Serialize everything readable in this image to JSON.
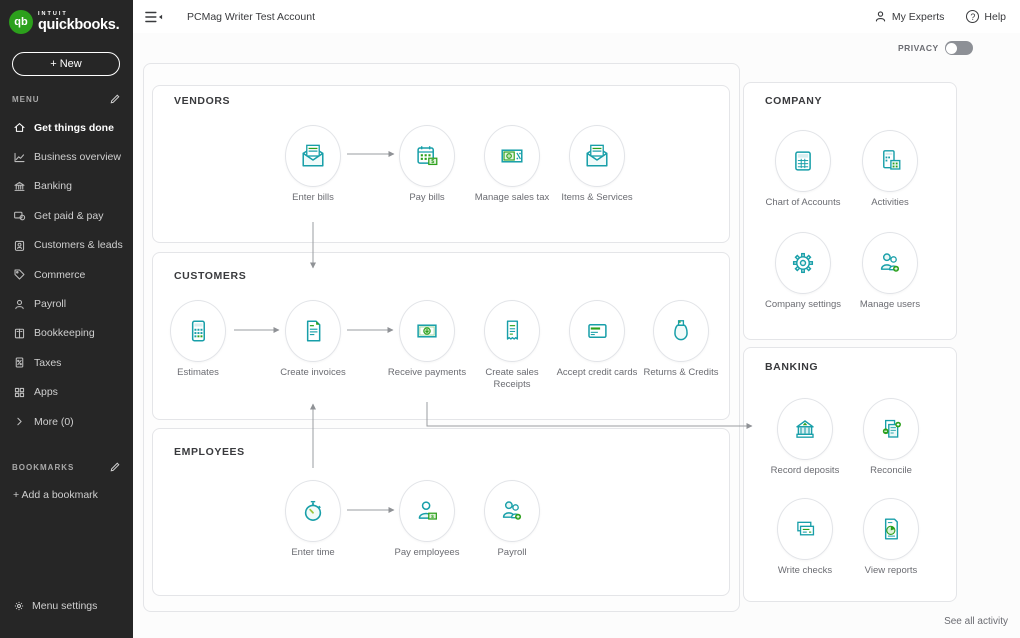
{
  "app": {
    "brand_top": "INTUIT",
    "brand": "quickbooks.",
    "new_button": "+ New"
  },
  "header": {
    "account_name": "PCMag Writer Test Account",
    "my_experts": "My Experts",
    "help": "Help",
    "privacy_label": "PRIVACY",
    "privacy_toggle_state": "off"
  },
  "sidebar": {
    "menu_label": "MENU",
    "items": [
      {
        "label": "Get things done",
        "icon": "home-icon",
        "active": true
      },
      {
        "label": "Business overview",
        "icon": "chart-icon",
        "active": false
      },
      {
        "label": "Banking",
        "icon": "bank-icon",
        "active": false
      },
      {
        "label": "Get paid & pay",
        "icon": "payments-icon",
        "active": false
      },
      {
        "label": "Customers & leads",
        "icon": "customers-icon",
        "active": false
      },
      {
        "label": "Commerce",
        "icon": "commerce-tag-icon",
        "active": false
      },
      {
        "label": "Payroll",
        "icon": "person-icon",
        "active": false
      },
      {
        "label": "Bookkeeping",
        "icon": "book-icon",
        "active": false
      },
      {
        "label": "Taxes",
        "icon": "taxes-icon",
        "active": false
      },
      {
        "label": "Apps",
        "icon": "apps-grid-icon",
        "active": false
      },
      {
        "label": "More (0)",
        "icon": "chevron-right-icon",
        "active": false
      }
    ],
    "bookmarks_label": "BOOKMARKS",
    "add_bookmark": "+ Add a bookmark",
    "menu_settings": "Menu settings"
  },
  "flow": {
    "vendors": {
      "title": "VENDORS",
      "items": [
        {
          "label": "Enter bills",
          "icon": "envelope-bill-icon"
        },
        {
          "label": "Pay bills",
          "icon": "calendar-money-icon"
        },
        {
          "label": "Manage sales tax",
          "icon": "cash-tax-icon"
        },
        {
          "label": "Items & Services",
          "icon": "envelope-bill-icon"
        }
      ]
    },
    "customers": {
      "title": "CUSTOMERS",
      "items": [
        {
          "label": "Estimates",
          "icon": "calculator-icon"
        },
        {
          "label": "Create invoices",
          "icon": "invoice-doc-icon"
        },
        {
          "label": "Receive payments",
          "icon": "cash-bill-icon"
        },
        {
          "label": "Create sales Receipts",
          "icon": "receipt-icon"
        },
        {
          "label": "Accept credit cards",
          "icon": "credit-card-icon"
        },
        {
          "label": "Returns & Credits",
          "icon": "returns-bag-icon"
        }
      ]
    },
    "employees": {
      "title": "EMPLOYEES",
      "items": [
        {
          "label": "Enter time",
          "icon": "stopwatch-icon"
        },
        {
          "label": "Pay employees",
          "icon": "person-money-icon"
        },
        {
          "label": "Payroll",
          "icon": "people-plus-icon"
        }
      ]
    },
    "company": {
      "title": "COMPANY",
      "items": [
        {
          "label": "Chart of Accounts",
          "icon": "grid-ledger-icon"
        },
        {
          "label": "Activities",
          "icon": "phone-calc-icon"
        },
        {
          "label": "Company settings",
          "icon": "gear-icon"
        },
        {
          "label": "Manage users",
          "icon": "people-plus-icon"
        }
      ]
    },
    "banking": {
      "title": "BANKING",
      "items": [
        {
          "label": "Record deposits",
          "icon": "bank-deposit-icon"
        },
        {
          "label": "Reconcile",
          "icon": "reconcile-icon"
        },
        {
          "label": "Write checks",
          "icon": "checks-icon"
        },
        {
          "label": "View reports",
          "icon": "report-pie-icon"
        }
      ]
    },
    "see_all_activity": "See all activity"
  },
  "colors": {
    "brand_green": "#2ca01c",
    "icon_teal": "#189fa9",
    "sidebar_bg": "#262626",
    "arrow_gray": "#9a9da1"
  }
}
